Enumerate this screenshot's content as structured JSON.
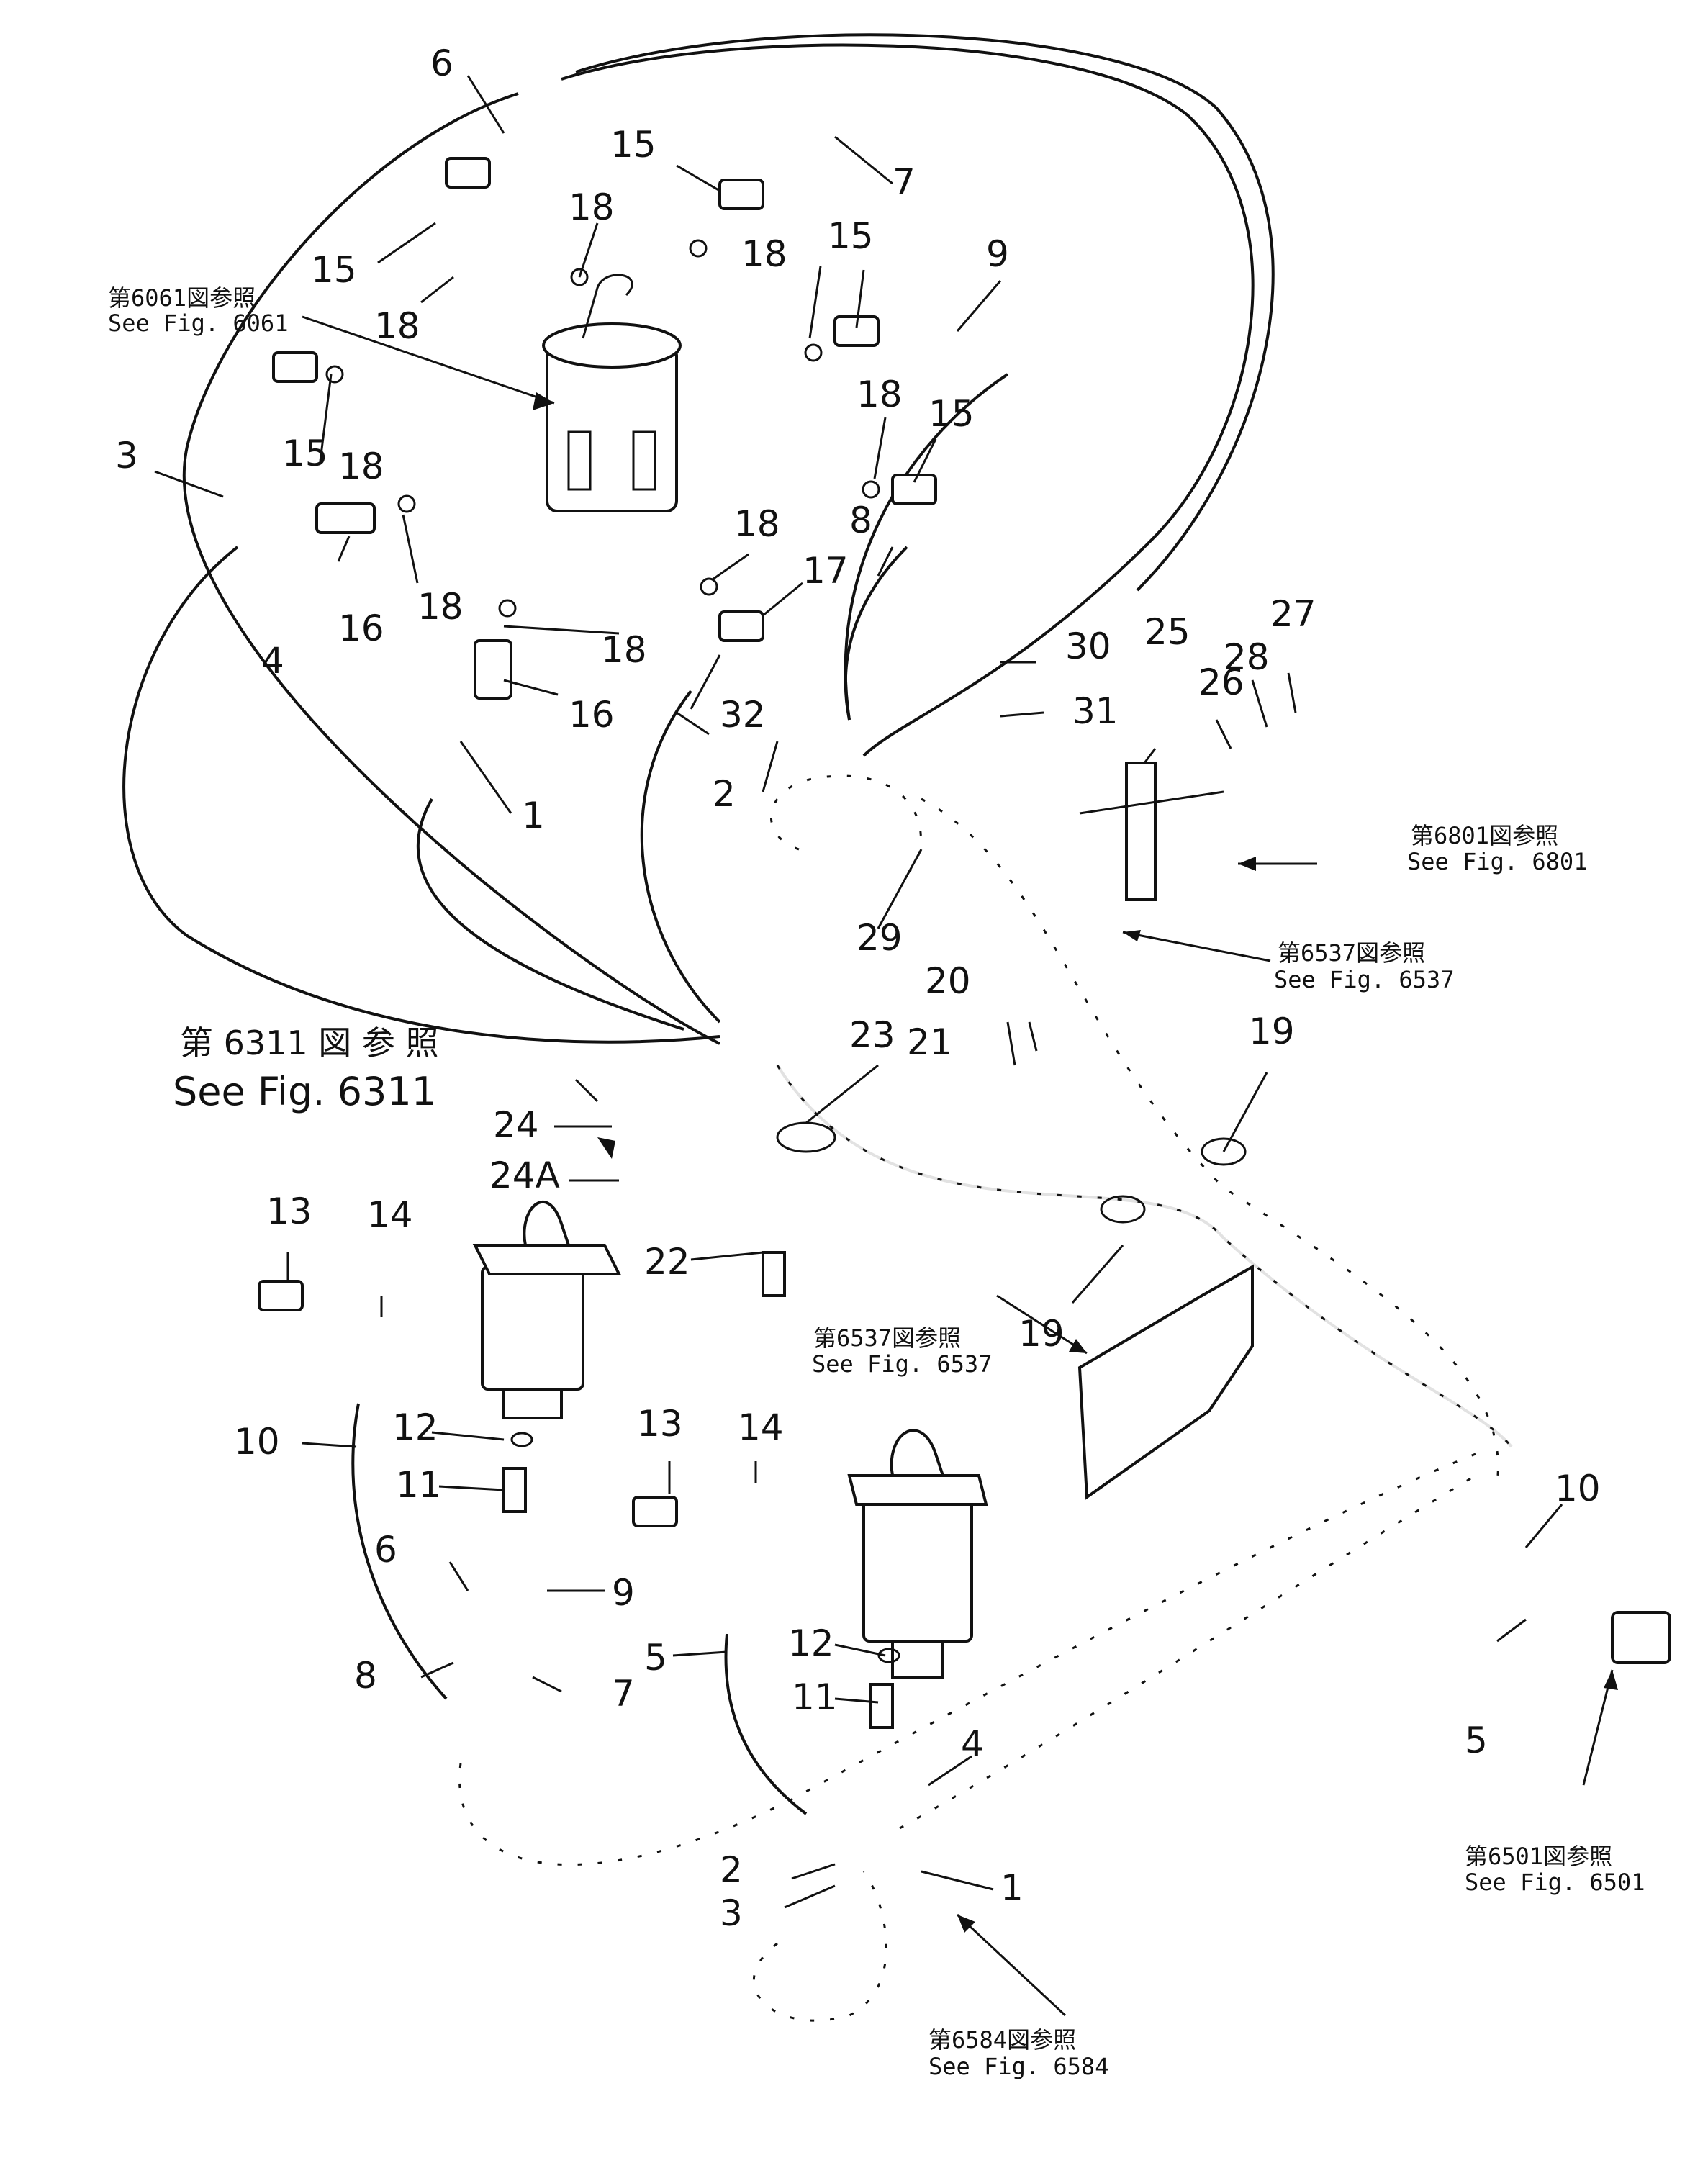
{
  "callouts": [
    {
      "id": "c6a",
      "text": "6"
    },
    {
      "id": "c7a",
      "text": "7"
    },
    {
      "id": "c15a",
      "text": "15"
    },
    {
      "id": "c15b",
      "text": "15"
    },
    {
      "id": "c15c",
      "text": "15"
    },
    {
      "id": "c15d",
      "text": "15"
    },
    {
      "id": "c15e",
      "text": "15"
    },
    {
      "id": "c18a",
      "text": "18"
    },
    {
      "id": "c18b",
      "text": "18"
    },
    {
      "id": "c18c",
      "text": "18"
    },
    {
      "id": "c18d",
      "text": "18"
    },
    {
      "id": "c18e",
      "text": "18"
    },
    {
      "id": "c18f",
      "text": "18"
    },
    {
      "id": "c18g",
      "text": "18"
    },
    {
      "id": "c18h",
      "text": "18"
    },
    {
      "id": "c9a",
      "text": "9"
    },
    {
      "id": "c3a",
      "text": "3"
    },
    {
      "id": "c4a",
      "text": "4"
    },
    {
      "id": "c16a",
      "text": "16"
    },
    {
      "id": "c16b",
      "text": "16"
    },
    {
      "id": "c1a",
      "text": "1"
    },
    {
      "id": "c2a",
      "text": "2"
    },
    {
      "id": "c8a",
      "text": "8"
    },
    {
      "id": "c17a",
      "text": "17"
    },
    {
      "id": "c32a",
      "text": "32"
    },
    {
      "id": "c29a",
      "text": "29"
    },
    {
      "id": "c30a",
      "text": "30"
    },
    {
      "id": "c31a",
      "text": "31"
    },
    {
      "id": "c25a",
      "text": "25"
    },
    {
      "id": "c26a",
      "text": "26"
    },
    {
      "id": "c27a",
      "text": "27"
    },
    {
      "id": "c28a",
      "text": "28"
    },
    {
      "id": "c20a",
      "text": "20"
    },
    {
      "id": "c21a",
      "text": "21"
    },
    {
      "id": "c23a",
      "text": "23"
    },
    {
      "id": "c19a",
      "text": "19"
    },
    {
      "id": "c19b",
      "text": "19"
    },
    {
      "id": "c24a",
      "text": "24"
    },
    {
      "id": "c24Aa",
      "text": "24A"
    },
    {
      "id": "c22a",
      "text": "22"
    },
    {
      "id": "c13a",
      "text": "13"
    },
    {
      "id": "c14a",
      "text": "14"
    },
    {
      "id": "c10a",
      "text": "10"
    },
    {
      "id": "c12a",
      "text": "12"
    },
    {
      "id": "c11a",
      "text": "11"
    },
    {
      "id": "c6b",
      "text": "6"
    },
    {
      "id": "c9b",
      "text": "9"
    },
    {
      "id": "c8b",
      "text": "8"
    },
    {
      "id": "c7b",
      "text": "7"
    },
    {
      "id": "c13b",
      "text": "13"
    },
    {
      "id": "c14b",
      "text": "14"
    },
    {
      "id": "c5a",
      "text": "5"
    },
    {
      "id": "c12b",
      "text": "12"
    },
    {
      "id": "c11b",
      "text": "11"
    },
    {
      "id": "c4b",
      "text": "4"
    },
    {
      "id": "c2b",
      "text": "2"
    },
    {
      "id": "c3b",
      "text": "3"
    },
    {
      "id": "c1b",
      "text": "1"
    },
    {
      "id": "c10b",
      "text": "10"
    },
    {
      "id": "c5b",
      "text": "5"
    }
  ],
  "references": {
    "fig6061": {
      "jp": "第6061図参照",
      "en": "See Fig. 6061"
    },
    "fig6801": {
      "jp": "第6801図参照",
      "en": "See Fig. 6801"
    },
    "fig6537a": {
      "jp": "第6537図参照",
      "en": "See Fig. 6537"
    },
    "fig6311": {
      "jp": "第 6311 図 参 照",
      "en": "See Fig. 6311"
    },
    "fig6537b": {
      "jp": "第6537図参照",
      "en": "See Fig. 6537"
    },
    "fig6501": {
      "jp": "第6501図参照",
      "en": "See Fig. 6501"
    },
    "fig6584": {
      "jp": "第6584図参照",
      "en": "See Fig. 6584"
    }
  }
}
